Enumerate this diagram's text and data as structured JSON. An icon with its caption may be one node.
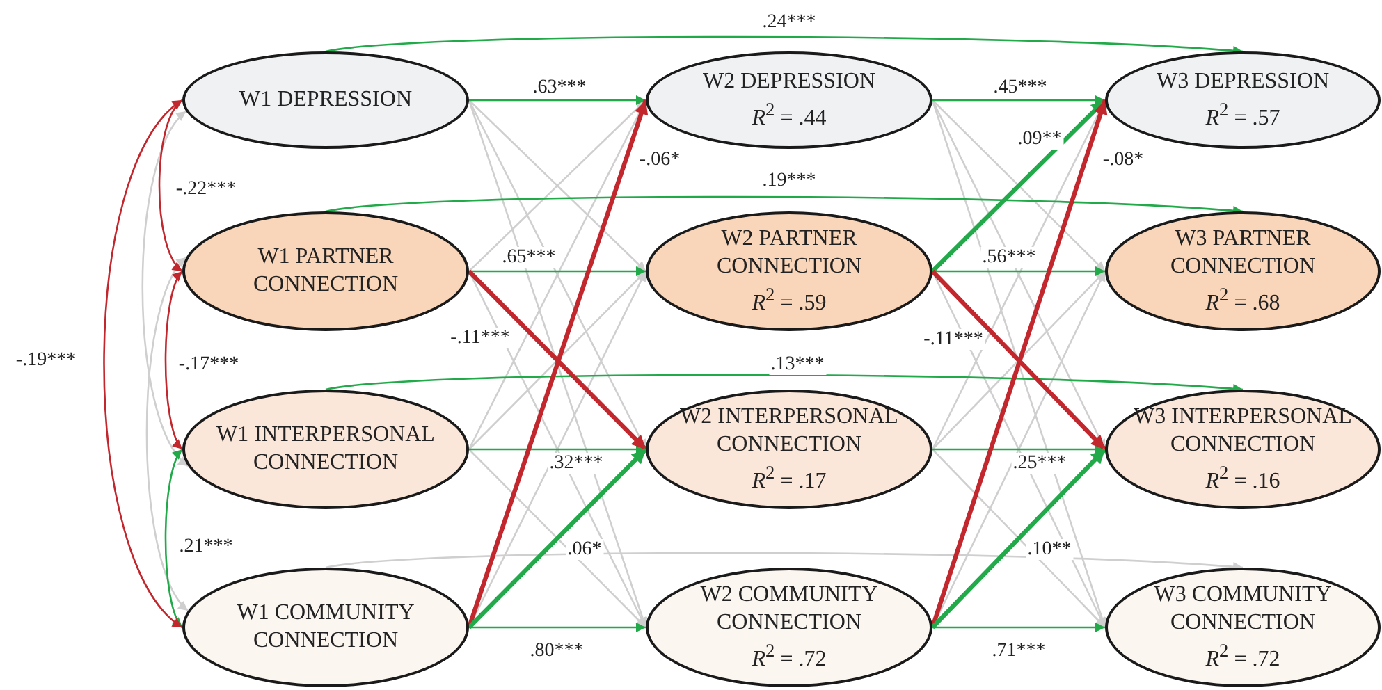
{
  "diagram": {
    "nodes": [
      {
        "text": [
          "W1 DEPRESSION"
        ]
      },
      {
        "text": [
          "W1 PARTNER CONNECTION"
        ]
      },
      {
        "text": [
          "W1 INTERPERSONAL CONNECTION"
        ]
      },
      {
        "text": [
          "W1 COMMUNITY CONNECTION"
        ]
      },
      {
        "text": [
          "W2 DEPRESSION",
          "*R*$^{2}$ = .44"
        ]
      },
      {
        "text": [
          "W2 PARTNER CONNECTION",
          "*R*$^{2}$ = .59"
        ]
      },
      {
        "text": [
          "W2 INTERPERSONAL CONNECTION",
          "*R*$^{2}$ = .17"
        ]
      },
      {
        "text": [
          "W2 COMMUNITY CONNECTION",
          "*R*$^{2}$ = .72"
        ]
      },
      {
        "text": [
          "W3 DEPRESSION",
          "*R*$^{2}$ = .57"
        ]
      },
      {
        "text": [
          "W3 PARTNER CONNECTION",
          "*R*$^{2}$ = .68"
        ]
      },
      {
        "text": [
          "W3 INTERPERSONAL CONNECTION",
          "*R*$^{2}$ = .16"
        ]
      },
      {
        "text": [
          "W3 COMMUNITY CONNECTION",
          "*R*$^{2}$ = .72"
        ]
      }
    ],
    "edges": [
      {
        "from": 0,
        "to": 4,
        "arrow": "to",
        "label": ".63***",
        "color": "#22a94a"
      },
      {
        "from": 1,
        "to": 5,
        "arrow": "to",
        "label": ".65***",
        "color": "#22a94a"
      },
      {
        "from": 2,
        "to": 6,
        "arrow": "to",
        "label": ".32***",
        "color": "#22a94a"
      },
      {
        "from": 3,
        "to": 7,
        "arrow": "to",
        "label": ".80***",
        "color": "#22a94a"
      },
      {
        "from": 4,
        "to": 8,
        "arrow": "to",
        "label": ".45***",
        "color": "#22a94a"
      },
      {
        "from": 5,
        "to": 9,
        "arrow": "to",
        "label": ".56***",
        "color": "#22a94a"
      },
      {
        "from": 6,
        "to": 10,
        "arrow": "to",
        "label": ".25***",
        "color": "#22a94a"
      },
      {
        "from": 7,
        "to": 11,
        "arrow": "to",
        "label": ".71***",
        "color": "#22a94a"
      },
      {
        "from": 0,
        "to": 8,
        "arrow": "to",
        "label": ".24***",
        "color": "#22a94a"
      },
      {
        "from": 1,
        "to": 9,
        "arrow": "to",
        "label": ".19***",
        "color": "#22a94a"
      },
      {
        "from": 2,
        "to": 10,
        "arrow": "to",
        "label": ".13***",
        "color": "#22a94a"
      },
      {
        "from": 3,
        "to": 11,
        "arrow": "to"
      },
      {
        "from": 3,
        "to": 4,
        "arrow": "to",
        "label": "-.06*",
        "style": "thick",
        "color": "#c1272d"
      },
      {
        "from": 1,
        "to": 6,
        "arrow": "to",
        "label": "-.11***",
        "style": "thick",
        "color": "#c1272d"
      },
      {
        "from": 3,
        "to": 6,
        "arrow": "to",
        "label": ".06*",
        "style": "thick",
        "color": "#22a94a"
      },
      {
        "from": 5,
        "to": 8,
        "arrow": "to",
        "label": ".09**",
        "style": "thick",
        "color": "#22a94a"
      },
      {
        "from": 7,
        "to": 8,
        "arrow": "to",
        "label": "-.08*",
        "style": "thick",
        "color": "#c1272d"
      },
      {
        "from": 5,
        "to": 10,
        "arrow": "to",
        "label": "-.11***",
        "style": "thick",
        "color": "#c1272d"
      },
      {
        "from": 7,
        "to": 10,
        "arrow": "to",
        "label": ".10**",
        "style": "thick",
        "color": "#22a94a"
      },
      {
        "from": 0,
        "to": 1,
        "arrow": "both",
        "label": "-.22***",
        "color": "#c1272d"
      },
      {
        "from": 1,
        "to": 2,
        "arrow": "both",
        "label": "-.17***",
        "color": "#c1272d"
      },
      {
        "from": 2,
        "to": 3,
        "arrow": "both",
        "label": ".21***",
        "color": "#22a94a"
      },
      {
        "from": 0,
        "to": 3,
        "arrow": "both",
        "label": "-.19***",
        "color": "#c1272d"
      },
      {
        "from": 0,
        "to": 2,
        "arrow": "both"
      },
      {
        "from": 1,
        "to": 3,
        "arrow": "both"
      },
      {
        "from": 0,
        "to": 5,
        "arrow": "to"
      },
      {
        "from": 0,
        "to": 6,
        "arrow": "to"
      },
      {
        "from": 0,
        "to": 7,
        "arrow": "to"
      },
      {
        "from": 1,
        "to": 4,
        "arrow": "to"
      },
      {
        "from": 1,
        "to": 7,
        "arrow": "to"
      },
      {
        "from": 2,
        "to": 4,
        "arrow": "to"
      },
      {
        "from": 2,
        "to": 5,
        "arrow": "to"
      },
      {
        "from": 2,
        "to": 7,
        "arrow": "to"
      },
      {
        "from": 3,
        "to": 5,
        "arrow": "to"
      },
      {
        "from": 4,
        "to": 9,
        "arrow": "to"
      },
      {
        "from": 4,
        "to": 10,
        "arrow": "to"
      },
      {
        "from": 4,
        "to": 11,
        "arrow": "to"
      },
      {
        "from": 5,
        "to": 11,
        "arrow": "to"
      },
      {
        "from": 6,
        "to": 8,
        "arrow": "to"
      },
      {
        "from": 6,
        "to": 9,
        "arrow": "to"
      },
      {
        "from": 6,
        "to": 11,
        "arrow": "to"
      },
      {
        "from": 7,
        "to": 9,
        "arrow": "to"
      }
    ]
  }
}
